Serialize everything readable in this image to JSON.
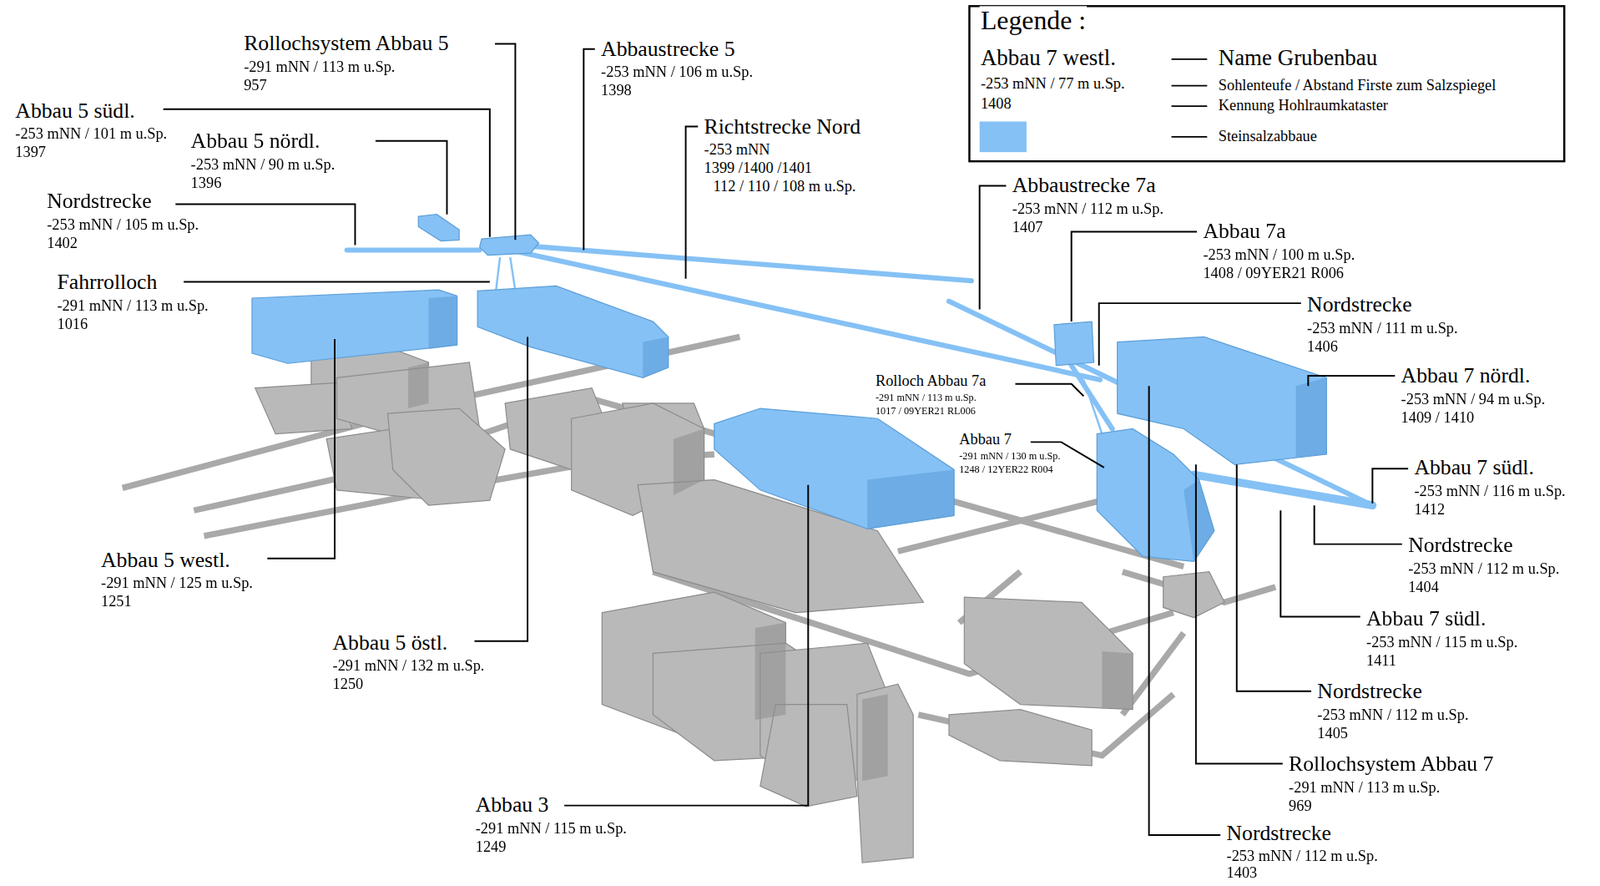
{
  "diagram": {
    "labels": [
      "Legende :",
      "Abbau 7 westl.",
      "-253 mNN / 77 m u.Sp.",
      "1408",
      "Rollochsystem Abbau 5",
      "-291 mNN / 113 m u.Sp.",
      "957",
      "Abbaustrecke 5",
      "-253 mNN / 106 m u.Sp.",
      "1398",
      "Abbau 5 südl.",
      "-253 mNN / 101 m u.Sp.",
      "1397",
      "Abbau 5 nördl.",
      "-253 mNN / 90 m u.Sp.",
      "1396",
      "Nordstrecke",
      "-253 mNN / 105 m u.Sp.",
      "1402",
      "Fahrrolloch",
      "-291 mNN / 113 m u.Sp.",
      "1016",
      "Richtstrecke Nord",
      "-253 mNN",
      "1399 /1400 /1401",
      "112 / 110 / 108 m u.Sp.",
      "Abbau 5 westl.",
      "-291 mNN / 125 m u.Sp.",
      "1251",
      "Abbau 5 östl.",
      "-291 mNN / 132 m u.Sp.",
      "1250",
      "Abbau 3",
      "-291 mNN / 115 m u.Sp.",
      "1249",
      "Abbaustrecke 7a",
      "-253 mNN / 112 m u.Sp.",
      "1407",
      "Abbau 7a",
      "-253 mNN / 100 m u.Sp.",
      "1408 / 09YER21 R006",
      "Nordstrecke",
      "-253 mNN / 111 m u.Sp.",
      "1406",
      "Rolloch Abbau 7a",
      "-291 mNN / 113 m u.Sp.",
      "1017 / 09YER21 RL006",
      "Abbau 7 nördl.",
      "-253 mNN / 94 m u.Sp.",
      "1409 / 1410",
      "Abbau 7",
      "-291 mNN / 130 m u.Sp.",
      "1248 / 12YER22 R004",
      "Abbau 7 südl.",
      "-253 mNN / 116 m u.Sp.",
      "1412",
      "Nordstrecke",
      "-253 mNN / 112 m u.Sp.",
      "1404",
      "Abbau 7 südl.",
      "-253 mNN / 115 m u.Sp.",
      "1411",
      "Nordstrecke",
      "-253 mNN / 112 m u.Sp.",
      "1405",
      "Rollochsystem Abbau 7",
      "-291 mNN / 113 m u.Sp.",
      "969",
      "Nordstrecke",
      "-253 mNN / 112 m u.Sp.",
      "1403"
    ],
    "legend": [
      {
        "text": "Name Grubenbau"
      },
      {
        "text": "Sohlenteufe / Abstand Firste zum Salzspiegel"
      },
      {
        "text": "Kennung Hohlraumkataster"
      },
      {
        "text": "Steinsalzabbaue",
        "color": "#85c1f5"
      }
    ]
  }
}
